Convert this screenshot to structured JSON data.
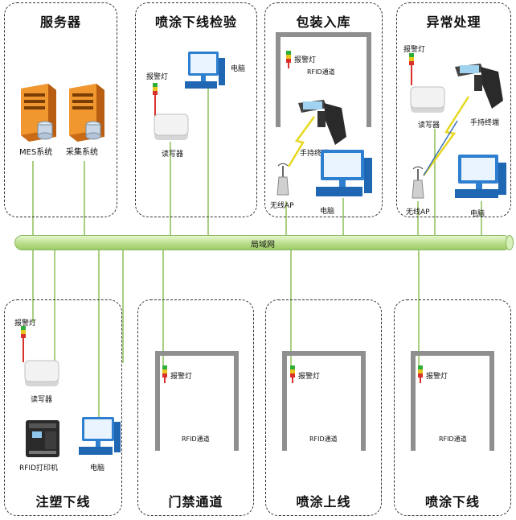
{
  "groups": {
    "servers": "服务器",
    "paint_offline_check": "喷涂下线检验",
    "packing_warehouse": "包装入库",
    "exception": "异常处理",
    "injection_offline": "注塑下线",
    "access_channel": "门禁通道",
    "paint_online": "喷涂上线",
    "paint_offline": "喷涂下线"
  },
  "labels": {
    "mes": "MES系统",
    "collect": "采集系统",
    "alarm": "报警灯",
    "reader": "读写器",
    "pc": "电脑",
    "rfid_channel": "RFID通道",
    "handheld": "手持终端",
    "ap": "无线AP",
    "printer": "RFID打印机",
    "lan": "局域网"
  },
  "colors": {
    "line": "#a9cf80",
    "lan_fill": "#b9dd8b",
    "server": "#e8892e",
    "monitor": "#2e7fd0",
    "gate": "#8f8f8f"
  }
}
